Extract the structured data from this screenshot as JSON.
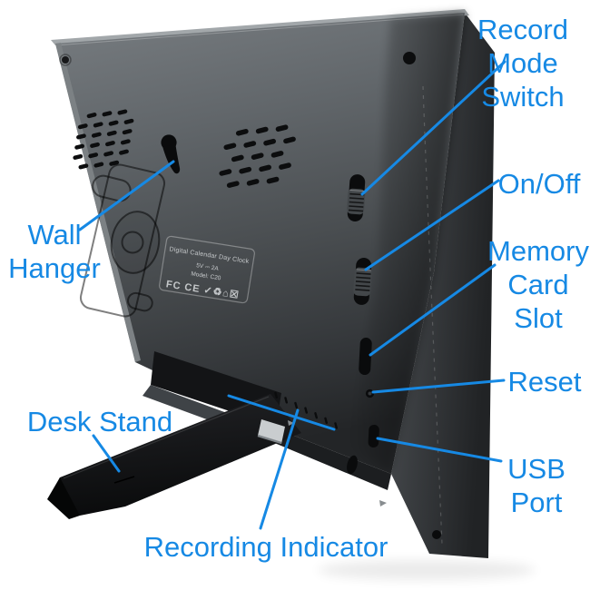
{
  "page": {
    "background": "#ffffff",
    "description": "Back view of a Digital Calendar Day Clock with blue callout labels pointing to its parts"
  },
  "palette": {
    "callout_blue": "#1689e4",
    "device_body_gray": "#5a5e62",
    "device_side_gray": "#323538",
    "stand_black": "#141517",
    "plate_text_white": "#dfe2e4"
  },
  "callouts": {
    "record_mode_switch": "Record\nMode\nSwitch",
    "on_off": "On/Off",
    "memory_card_slot": "Memory\nCard\nSlot",
    "reset": "Reset",
    "usb_port": "USB\nPort",
    "recording_indicator": "Recording Indicator",
    "desk_stand": "Desk Stand",
    "wall_hanger": "Wall\nHanger"
  },
  "device_plate": {
    "product_name": "Digital Calendar Day Clock",
    "power_rating": "5V ⎓ 2A",
    "model": "Model: C20",
    "cert_marks": "FC CE ✓♻⌂☒"
  }
}
